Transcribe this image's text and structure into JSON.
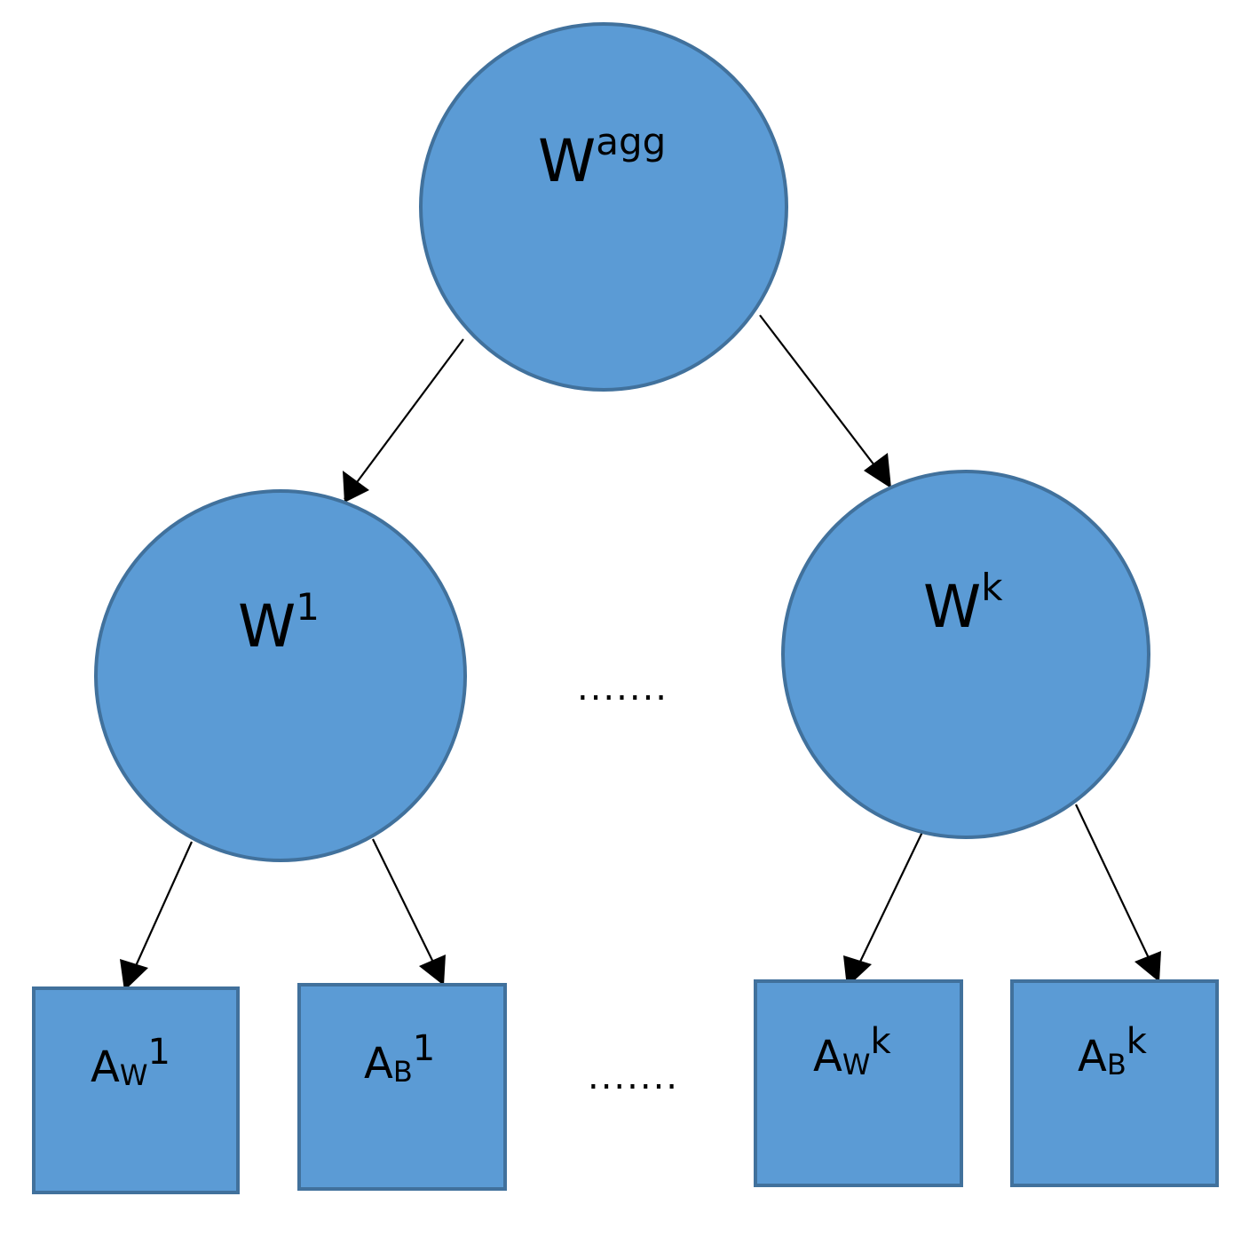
{
  "colors": {
    "node_fill": "#5b9bd5",
    "node_stroke": "#41719c",
    "arrow": "#000000"
  },
  "nodes": {
    "root": {
      "base": "W",
      "sup": "agg"
    },
    "w1": {
      "base": "W",
      "sup": "1"
    },
    "wk": {
      "base": "W",
      "sup": "k"
    },
    "aw1": {
      "base": "A",
      "sub": "W",
      "sup": "1"
    },
    "ab1": {
      "base": "A",
      "sub": "B",
      "sup": "1"
    },
    "awk": {
      "base": "A",
      "sub": "W",
      "sup": "k"
    },
    "abk": {
      "base": "A",
      "sub": "B",
      "sup": "k"
    }
  },
  "ellipses": {
    "middle": ".......",
    "bottom": "......."
  }
}
